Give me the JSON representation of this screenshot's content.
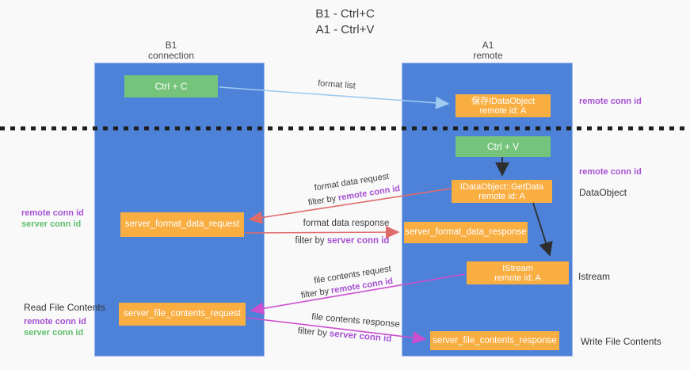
{
  "title": {
    "line1": "B1 - Ctrl+C",
    "line2": "A1 - Ctrl+V"
  },
  "lanes": {
    "left": {
      "title": "B1",
      "subtitle": "connection"
    },
    "right": {
      "title": "A1",
      "subtitle": "remote"
    }
  },
  "nodes": {
    "ctrl_c": {
      "label": "Ctrl + C"
    },
    "save_idataobject": {
      "line1": "保存IDataObject",
      "line2": "remote id: A"
    },
    "ctrl_v": {
      "label": "Ctrl + V"
    },
    "idataobject_getdata": {
      "line1": "IDataObject::GetData",
      "line2": "remote id: A"
    },
    "server_format_data_request": {
      "label": "server_format_data_request"
    },
    "server_format_data_response": {
      "label": "server_format_data_response"
    },
    "istream": {
      "line1": "IStream",
      "line2": "remote id: A"
    },
    "server_file_contents_request": {
      "label": "server_file_contents_request"
    },
    "server_file_contents_response": {
      "label": "server_file_contents_response"
    }
  },
  "edge_labels": {
    "format_list": "format list",
    "format_data_request": "format data request",
    "format_data_request_filter": {
      "prefix": "filter by ",
      "keyword": "remote conn id"
    },
    "format_data_response": "format data response",
    "format_data_response_filter": {
      "prefix": "filter by ",
      "keyword": "server conn id"
    },
    "file_contents_request": "file contents request",
    "file_contents_request_filter": {
      "prefix": "filter by ",
      "keyword": "remote conn id"
    },
    "file_contents_response": "file contents response",
    "file_contents_response_filter": {
      "prefix": "filter by ",
      "keyword": "server conn id"
    }
  },
  "side_labels": {
    "right_remote_conn_id_top": "remote conn id",
    "right_remote_conn_id_mid": "remote conn id",
    "dataobject": "DataObject",
    "istream": "Istream",
    "write_file_contents": "Write File Contents",
    "left_top": {
      "remote": "remote conn id",
      "server": "server conn id"
    },
    "left_bottom": {
      "title": "Read File Contents",
      "remote": "remote conn id",
      "server": "server conn id"
    }
  },
  "colors": {
    "lane_blue": "#4d82d8",
    "node_green": "#76c47b",
    "node_orange": "#f9ae42",
    "purple_label": "#a651d1",
    "green_label": "#5fbf6b",
    "red_arrow": "#e06b6b",
    "magenta_arrow": "#cc4fcf",
    "blue_arrow": "#9ecbef",
    "black_arrow": "#2e2e2e",
    "divider": "#1f1f1f"
  }
}
